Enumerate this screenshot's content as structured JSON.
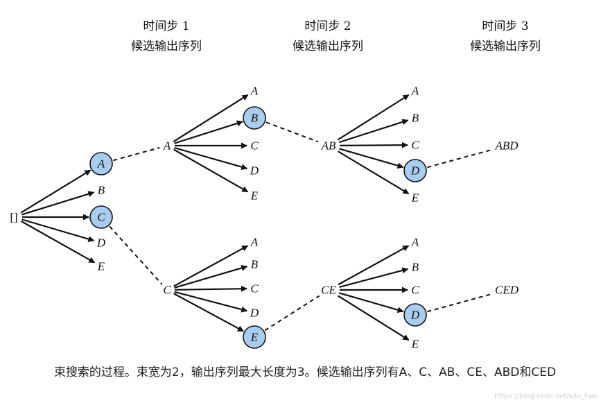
{
  "headers": [
    {
      "line1": "时间步 1",
      "line2": "候选输出序列"
    },
    {
      "line1": "时间步 2",
      "line2": "候选输出序列"
    },
    {
      "line1": "时间步 3",
      "line2": "候选输出序列"
    }
  ],
  "nodes": [
    {
      "id": "root",
      "label": "[]",
      "style": "plain"
    },
    {
      "id": "s1A",
      "label": "A",
      "selected": true
    },
    {
      "id": "s1B",
      "label": "B",
      "selected": false
    },
    {
      "id": "s1C",
      "label": "C",
      "selected": true
    },
    {
      "id": "s1D",
      "label": "D",
      "selected": false
    },
    {
      "id": "s1E",
      "label": "E",
      "selected": false
    },
    {
      "id": "pA",
      "label": "A",
      "selected": false
    },
    {
      "id": "pC",
      "label": "C",
      "selected": false
    },
    {
      "id": "a2A",
      "label": "A",
      "selected": false
    },
    {
      "id": "a2B",
      "label": "B",
      "selected": true
    },
    {
      "id": "a2C",
      "label": "C",
      "selected": false
    },
    {
      "id": "a2D",
      "label": "D",
      "selected": false
    },
    {
      "id": "a2E",
      "label": "E",
      "selected": false
    },
    {
      "id": "c2A",
      "label": "A",
      "selected": false
    },
    {
      "id": "c2B",
      "label": "B",
      "selected": false
    },
    {
      "id": "c2C",
      "label": "C",
      "selected": false
    },
    {
      "id": "c2D",
      "label": "D",
      "selected": false
    },
    {
      "id": "c2E",
      "label": "E",
      "selected": true
    },
    {
      "id": "pAB",
      "label": "AB",
      "selected": false
    },
    {
      "id": "pCE",
      "label": "CE",
      "selected": false
    },
    {
      "id": "ab3A",
      "label": "A",
      "selected": false
    },
    {
      "id": "ab3B",
      "label": "B",
      "selected": false
    },
    {
      "id": "ab3C",
      "label": "C",
      "selected": false
    },
    {
      "id": "ab3D",
      "label": "D",
      "selected": true
    },
    {
      "id": "ab3E",
      "label": "E",
      "selected": false
    },
    {
      "id": "ce3A",
      "label": "A",
      "selected": false
    },
    {
      "id": "ce3B",
      "label": "B",
      "selected": false
    },
    {
      "id": "ce3C",
      "label": "C",
      "selected": false
    },
    {
      "id": "ce3D",
      "label": "D",
      "selected": true
    },
    {
      "id": "ce3E",
      "label": "E",
      "selected": false
    },
    {
      "id": "pABD",
      "label": "ABD",
      "selected": false
    },
    {
      "id": "pCED",
      "label": "CED",
      "selected": false
    }
  ],
  "arrows": [
    [
      "root",
      "s1A"
    ],
    [
      "root",
      "s1B"
    ],
    [
      "root",
      "s1C"
    ],
    [
      "root",
      "s1D"
    ],
    [
      "root",
      "s1E"
    ],
    [
      "pA",
      "a2A"
    ],
    [
      "pA",
      "a2B"
    ],
    [
      "pA",
      "a2C"
    ],
    [
      "pA",
      "a2D"
    ],
    [
      "pA",
      "a2E"
    ],
    [
      "pC",
      "c2A"
    ],
    [
      "pC",
      "c2B"
    ],
    [
      "pC",
      "c2C"
    ],
    [
      "pC",
      "c2D"
    ],
    [
      "pC",
      "c2E"
    ],
    [
      "pAB",
      "ab3A"
    ],
    [
      "pAB",
      "ab3B"
    ],
    [
      "pAB",
      "ab3C"
    ],
    [
      "pAB",
      "ab3D"
    ],
    [
      "pAB",
      "ab3E"
    ],
    [
      "pCE",
      "ce3A"
    ],
    [
      "pCE",
      "ce3B"
    ],
    [
      "pCE",
      "ce3C"
    ],
    [
      "pCE",
      "ce3D"
    ],
    [
      "pCE",
      "ce3E"
    ]
  ],
  "dashed": [
    [
      "s1A",
      "pA"
    ],
    [
      "s1C",
      "pC"
    ],
    [
      "a2B",
      "pAB"
    ],
    [
      "c2E",
      "pCE"
    ],
    [
      "ab3D",
      "pABD"
    ],
    [
      "ce3D",
      "pCED"
    ]
  ],
  "caption": "束搜索的过程。束宽为2，输出序列最大长度为3。候选输出序列有A、C、AB、CE、ABD和CED",
  "watermark": "https://blog.csdn.net/sdu_hao"
}
